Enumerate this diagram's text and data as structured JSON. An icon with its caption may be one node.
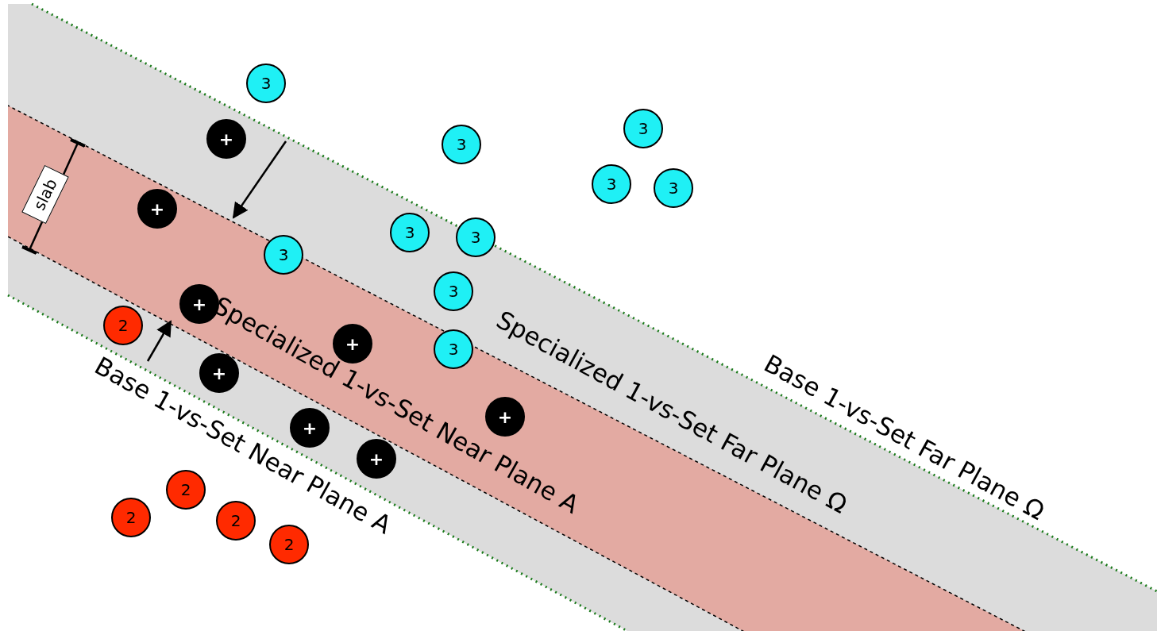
{
  "diagram": {
    "nodes": [
      {
        "text": [
          "3"
        ]
      },
      {
        "text": [
          "3"
        ]
      },
      {
        "text": [
          "+"
        ]
      },
      {
        "text": [
          "3"
        ]
      },
      {
        "text": [
          "3"
        ]
      },
      {
        "text": [
          "3"
        ]
      },
      {
        "text": [
          "slab"
        ]
      },
      {
        "text": [
          "+"
        ]
      },
      {
        "text": [
          "3"
        ]
      },
      {
        "text": [
          "3"
        ]
      },
      {
        "text": [
          "3"
        ]
      },
      {
        "text": [
          "3"
        ]
      },
      {
        "text": [
          "+"
        ]
      },
      {
        "text": [
          "2"
        ]
      },
      {
        "text": [
          "+"
        ]
      },
      {
        "text": [
          "3"
        ]
      },
      {
        "text": [
          "+"
        ]
      },
      {
        "text": [
          "+"
        ]
      },
      {
        "text": [
          "+"
        ]
      },
      {
        "text": [
          "+"
        ]
      },
      {
        "text": [
          "2"
        ]
      },
      {
        "text": [
          "2"
        ]
      },
      {
        "text": [
          "2"
        ]
      },
      {
        "text": [
          "2"
        ]
      }
    ],
    "labels": [
      "Base 1-vs-Set Far Plane Ω",
      "Specialized 1-vs-Set Far Plane Ω",
      "Specialized 1-vs-Set Near Plane A",
      "Base 1-vs-Set Near Plane A"
    ]
  }
}
